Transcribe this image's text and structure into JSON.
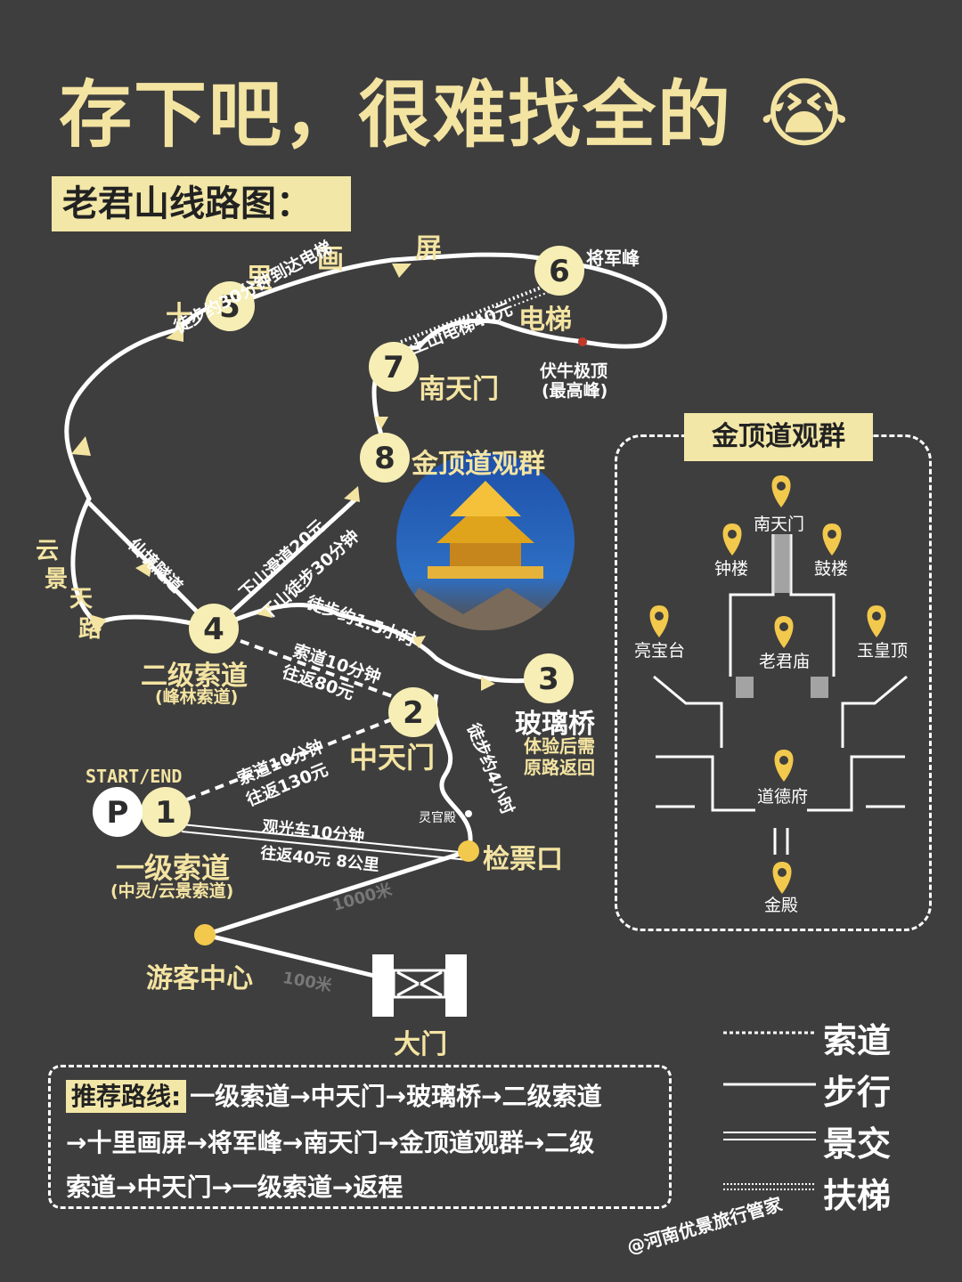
{
  "header": {
    "headline": "存下吧，很难找全的",
    "emoji": "😭",
    "subtitle": "老君山线路图："
  },
  "nodes": [
    {
      "num": "1"
    },
    {
      "num": "2"
    },
    {
      "num": "3"
    },
    {
      "num": "4"
    },
    {
      "num": "5"
    },
    {
      "num": "6"
    },
    {
      "num": "7"
    },
    {
      "num": "8"
    }
  ],
  "parking": "P",
  "start_end": "START/END",
  "labels": {
    "n1_name": "一级索道",
    "n1_sub": "(中灵/云景索道)",
    "n2_name": "中天门",
    "n3_name": "玻璃桥",
    "n3_sub1": "体验后需",
    "n3_sub2": "原路返回",
    "n4_name": "二级索道",
    "n4_sub": "(峰林索道)",
    "n6_name": "将军峰",
    "n6_elevator": "电梯",
    "n7_name": "南天门",
    "n8_name": "金顶道观群",
    "peak1": "伏牛极顶",
    "peak2": "(最高峰)",
    "shili": [
      "十",
      "里",
      "画",
      "屏"
    ],
    "yunjing": [
      "云",
      "景",
      "天",
      "路"
    ],
    "checkpoint": "检票口",
    "visitor_center": "游客中心",
    "gate": "大门",
    "lingguandian": "灵官殿"
  },
  "route_notes": {
    "walk30_to_elevator": "徒步约30分钟到达电梯",
    "elevator_up": "上山电梯40元",
    "xianjing_tunnel": "仙境隧道",
    "slide_down": "下山滑道20元",
    "walk_down": "下山徒步30分钟",
    "walk_1_5h": "徒步约1.5小时",
    "cable2_time": "索道10分钟",
    "cable2_price": "往返80元",
    "cable1_time": "索道10分钟",
    "cable1_price": "往返130元",
    "walk_4h": "徒步约4小时",
    "bus_time": "观光车10分钟",
    "bus_price": "往返40元 8公里",
    "dist_1000": "1000米",
    "dist_100": "100米"
  },
  "complex": {
    "title": "金顶道观群",
    "places": [
      "南天门",
      "钟楼",
      "鼓楼",
      "亮宝台",
      "老君庙",
      "玉皇顶",
      "道德府",
      "金殿"
    ]
  },
  "legend": [
    "索道",
    "步行",
    "景交",
    "扶梯"
  ],
  "recommend": {
    "title": "推荐路线:",
    "line1": "一级索道→中天门→玻璃桥→二级索道",
    "line2": "→十里画屏→将军峰→南天门→金顶道观群→二级",
    "line3": "索道→中天门→一级索道→返程"
  },
  "watermark": "@河南优景旅行管家",
  "colors": {
    "background": "#3e3e3e",
    "accent_yellow": "#f4e4a2",
    "node_fill": "#f6eeb4",
    "pin": "#f2c94c",
    "route": "#ffffff"
  }
}
